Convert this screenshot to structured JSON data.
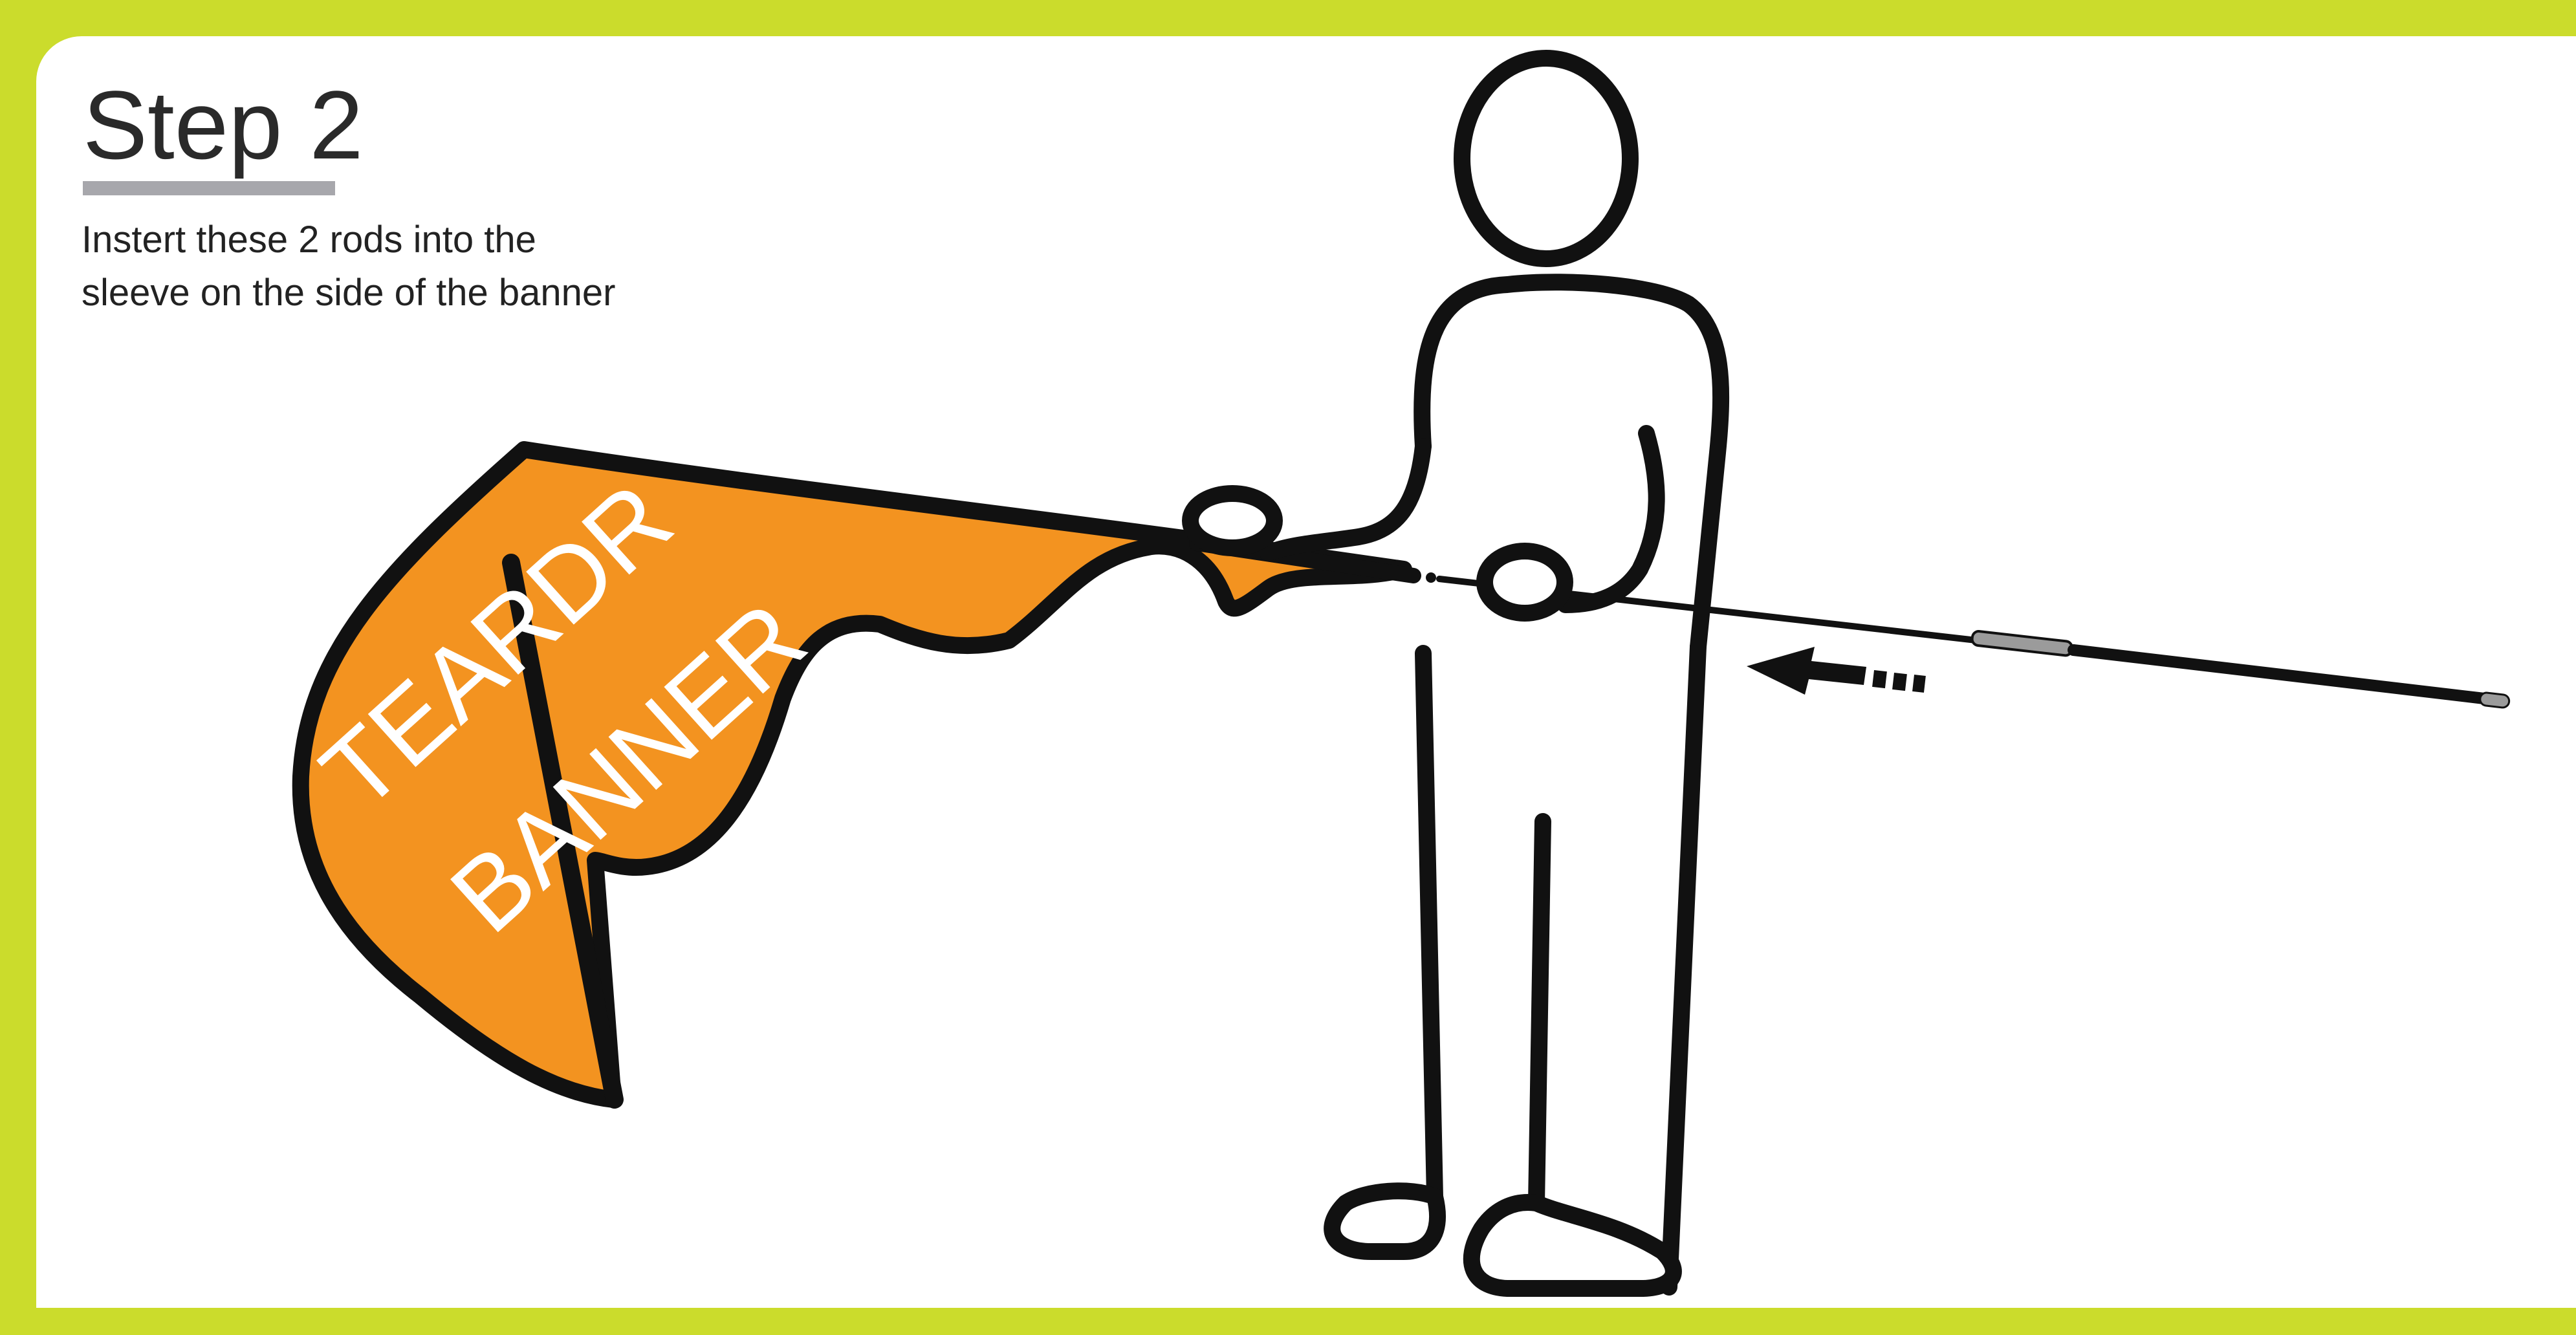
{
  "step": {
    "title": "Step 2",
    "instructions_line1": "Instert these 2 rods into the",
    "instructions_line2": "sleeve on the side of the banner"
  },
  "banner": {
    "text_line1": "TEARDR",
    "text_line2": "BANNER"
  },
  "colors": {
    "frame": "#cbdc2c",
    "banner_fill": "#f39320",
    "outline": "#111111",
    "rule": "#a7a7ac"
  }
}
